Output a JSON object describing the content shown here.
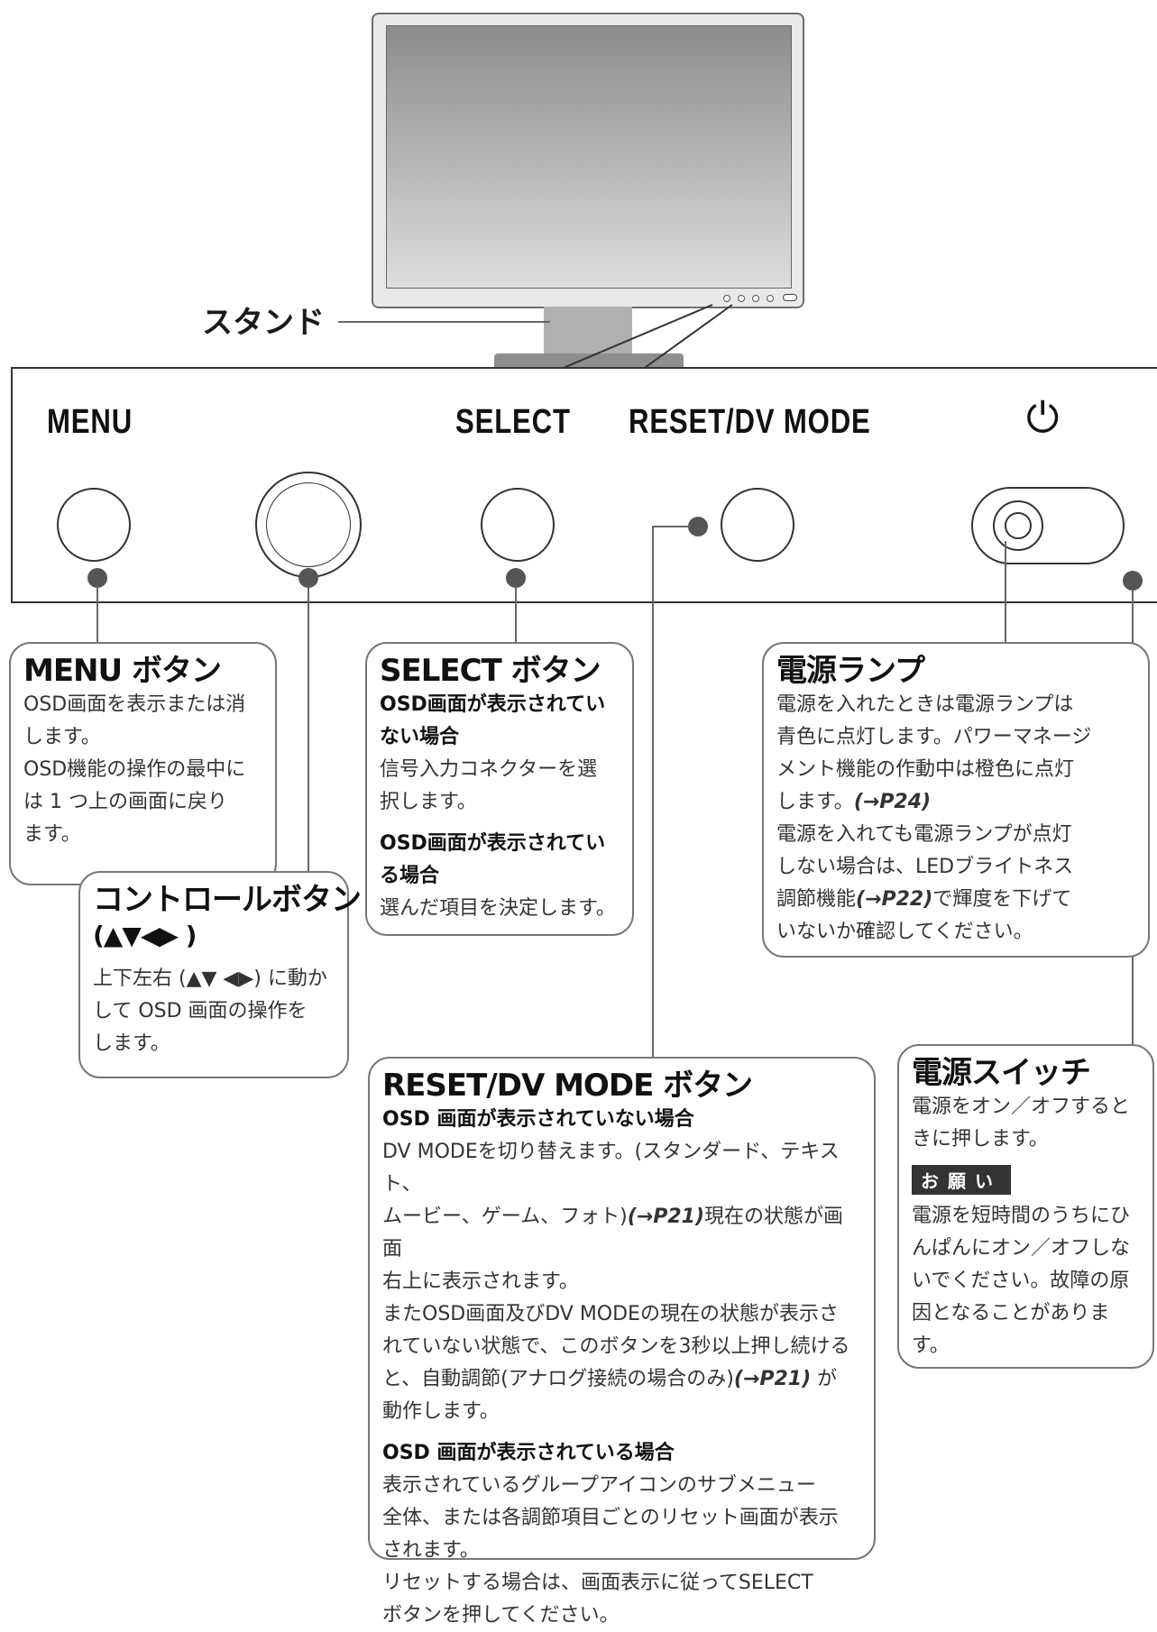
{
  "stand_label": "スタンド",
  "panel": {
    "menu_label": "MENU",
    "select_label": "SELECT",
    "reset_label": "RESET/DV MODE",
    "power_symbol": "⏻"
  },
  "callouts": {
    "menu": {
      "title": "MENU ボタン",
      "lines": [
        "OSD画面を表示または消",
        "します。",
        "OSD機能の操作の最中に",
        "は 1 つ上の画面に戻り",
        "ます。"
      ]
    },
    "control": {
      "title": "コントロールボタン",
      "title2": "(▲▼◀▶ )",
      "lines": [
        "上下左右 (▲▼ ◀▶) に動か",
        "して OSD 画面の操作を",
        "します。"
      ]
    },
    "select": {
      "title": "SELECT ボタン",
      "sub1": "OSD画面が表示されてい",
      "sub1b": "ない場合",
      "body1": [
        "信号入力コネクターを選",
        "択します。"
      ],
      "sub2": "OSD画面が表示されてい",
      "sub2b": "る場合",
      "body2": [
        "選んだ項目を決定します。"
      ]
    },
    "lamp": {
      "title": "電源ランプ",
      "l1": "電源を入れたときは電源ランプは",
      "l2": "青色に点灯します。パワーマネージ",
      "l3": "メント機能の作動中は橙色に点灯",
      "l4a": "します。",
      "l4b": "(→P24)",
      "l5": "電源を入れても電源ランプが点灯",
      "l6": "しない場合は、LEDブライトネス",
      "l7a": "調節機能",
      "l7b": "(→P22)",
      "l7c": "で輝度を下げて",
      "l8": "いないか確認してください。"
    },
    "reset": {
      "title": "RESET/DV MODE ボタン",
      "sub1": "OSD 画面が表示されていない場合",
      "l1": "DV MODEを切り替えます。(スタンダード、テキスト、",
      "l2a": "ムービー、ゲーム、フォト)",
      "l2b": "(→P21)",
      "l2c": "現在の状態が画面",
      "l3": "右上に表示されます。",
      "l4": "またOSD画面及びDV MODEの現在の状態が表示さ",
      "l5": "れていない状態で、このボタンを3秒以上押し続ける",
      "l6a": "と、自動調節(アナログ接続の場合のみ)",
      "l6b": "(→P21)",
      "l6c": " が",
      "l7": "動作します。",
      "sub2": "OSD 画面が表示されている場合",
      "m1": "表示されているグループアイコンのサブメニュー",
      "m2": "全体、または各調節項目ごとのリセット画面が表示",
      "m3": "されます。",
      "m4": "リセットする場合は、画面表示に従ってSELECT",
      "m5": "ボタンを押してください。"
    },
    "switch": {
      "title": "電源スイッチ",
      "lines": [
        "電源をオン／オフすると",
        "きに押します。"
      ],
      "onegai": "お願い",
      "notes": [
        "電源を短時間のうちにひ",
        "んぱんにオン／オフしな",
        "いでください。故障の原",
        "因となることがあります。"
      ]
    }
  }
}
